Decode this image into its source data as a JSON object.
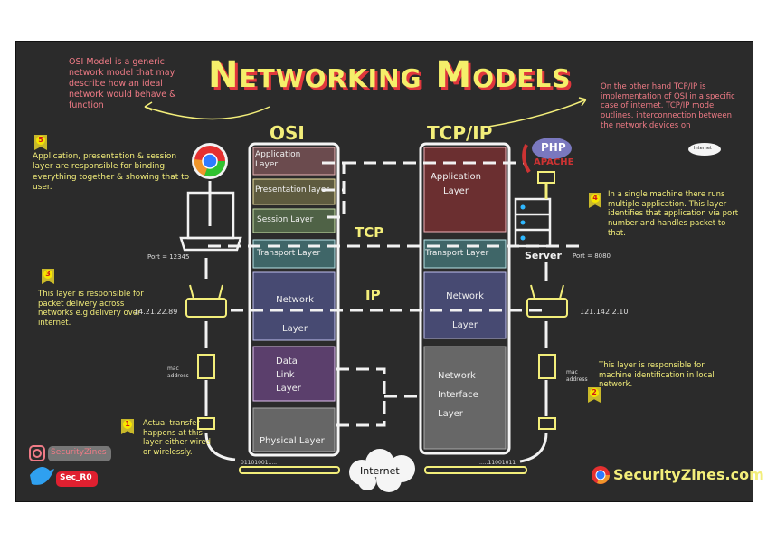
{
  "title": "Networking Models",
  "osi": {
    "heading": "OSI",
    "description": "OSI Model is a generic network model that may describe how an ideal network would behave & function",
    "layers": [
      "Application Layer",
      "Presentation layer",
      "Session Layer",
      "Transport Layer",
      "Network Layer",
      "Data Link Layer",
      "Physical Layer"
    ]
  },
  "tcpip": {
    "heading": "TCP/IP",
    "description": "On the other hand TCP/IP is implementation of OSI in a specific case of internet. TCP/IP model outlines. interconnection between the network devices on",
    "internet_badge": "Internet",
    "layers": [
      "Application Layer",
      "Transport Layer",
      "Network Layer",
      "Network Interface Layer"
    ]
  },
  "protocols": {
    "tcp": "TCP",
    "ip": "IP"
  },
  "client": {
    "port": "Port = 12345",
    "ip": "14.21.22.89",
    "mac_label": "mac address",
    "bits": "01101001....."
  },
  "server": {
    "label": "Server",
    "port": "Port = 8080",
    "ip": "121.142.2.10",
    "mac_label": "mac address",
    "bits": ".....11001011",
    "php": "PHP",
    "apache": "APACHE"
  },
  "internet_cloud": "Internet",
  "notes": [
    {
      "number": "1",
      "text": "Actual transfer happens at this layer either wired or wirelessly."
    },
    {
      "number": "2",
      "text": "This layer is responsible for machine identification in local network."
    },
    {
      "number": "3",
      "text": "This layer is responsible for packet delivery across networks e.g delivery over internet."
    },
    {
      "number": "4",
      "text": "In a single machine there runs multiple application. This layer identifies that application via port number and handles packet to that."
    },
    {
      "number": "5",
      "text": "Application, presentation & session layer are responsible for binding everything together & showing that to user."
    }
  ],
  "social": {
    "instagram": "SecurityZines",
    "twitter": "Sec_R0",
    "website": "SecurityZines.com"
  },
  "colors": {
    "board": "#2b2b2b",
    "title": "#f5ef6a",
    "title_shadow": "#e0363c",
    "note_pink": "#f07b86",
    "note_yellow": "#f3ee7a"
  }
}
